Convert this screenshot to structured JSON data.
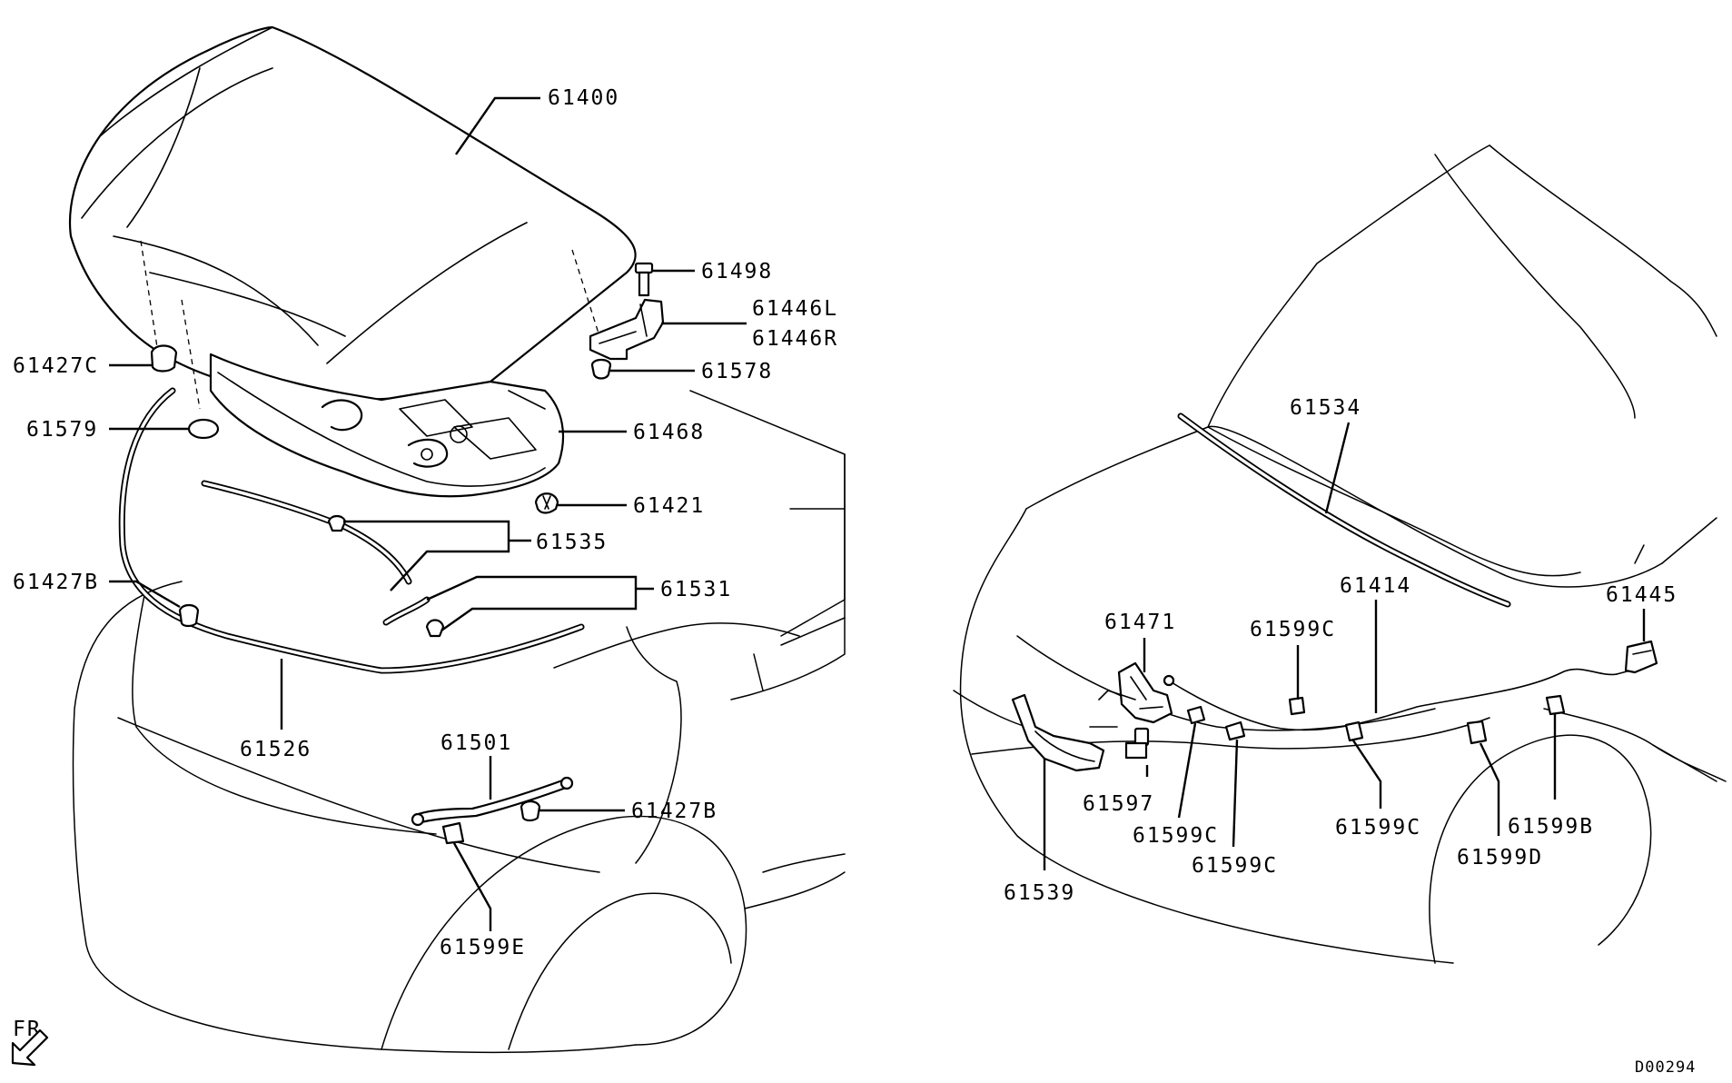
{
  "diagram": {
    "orientation_label": "FR",
    "drawing_code": "D00294",
    "labels": {
      "p61400": "61400",
      "p61498": "61498",
      "p61446L": "61446L",
      "p61446R": "61446R",
      "p61578": "61578",
      "p61427C": "61427C",
      "p61579": "61579",
      "p61468": "61468",
      "p61421": "61421",
      "p61535": "61535",
      "p61427B_top": "61427B",
      "p61531": "61531",
      "p61526": "61526",
      "p61501": "61501",
      "p61427B_bottom": "61427B",
      "p61599E": "61599E",
      "p61534": "61534",
      "p61414": "61414",
      "p61445": "61445",
      "p61471": "61471",
      "p61599C_top": "61599C",
      "p61597": "61597",
      "p61599C_left": "61599C",
      "p61599C_mid": "61599C",
      "p61599C_right": "61599C",
      "p61539": "61539",
      "p61599B": "61599B",
      "p61599D": "61599D"
    }
  }
}
